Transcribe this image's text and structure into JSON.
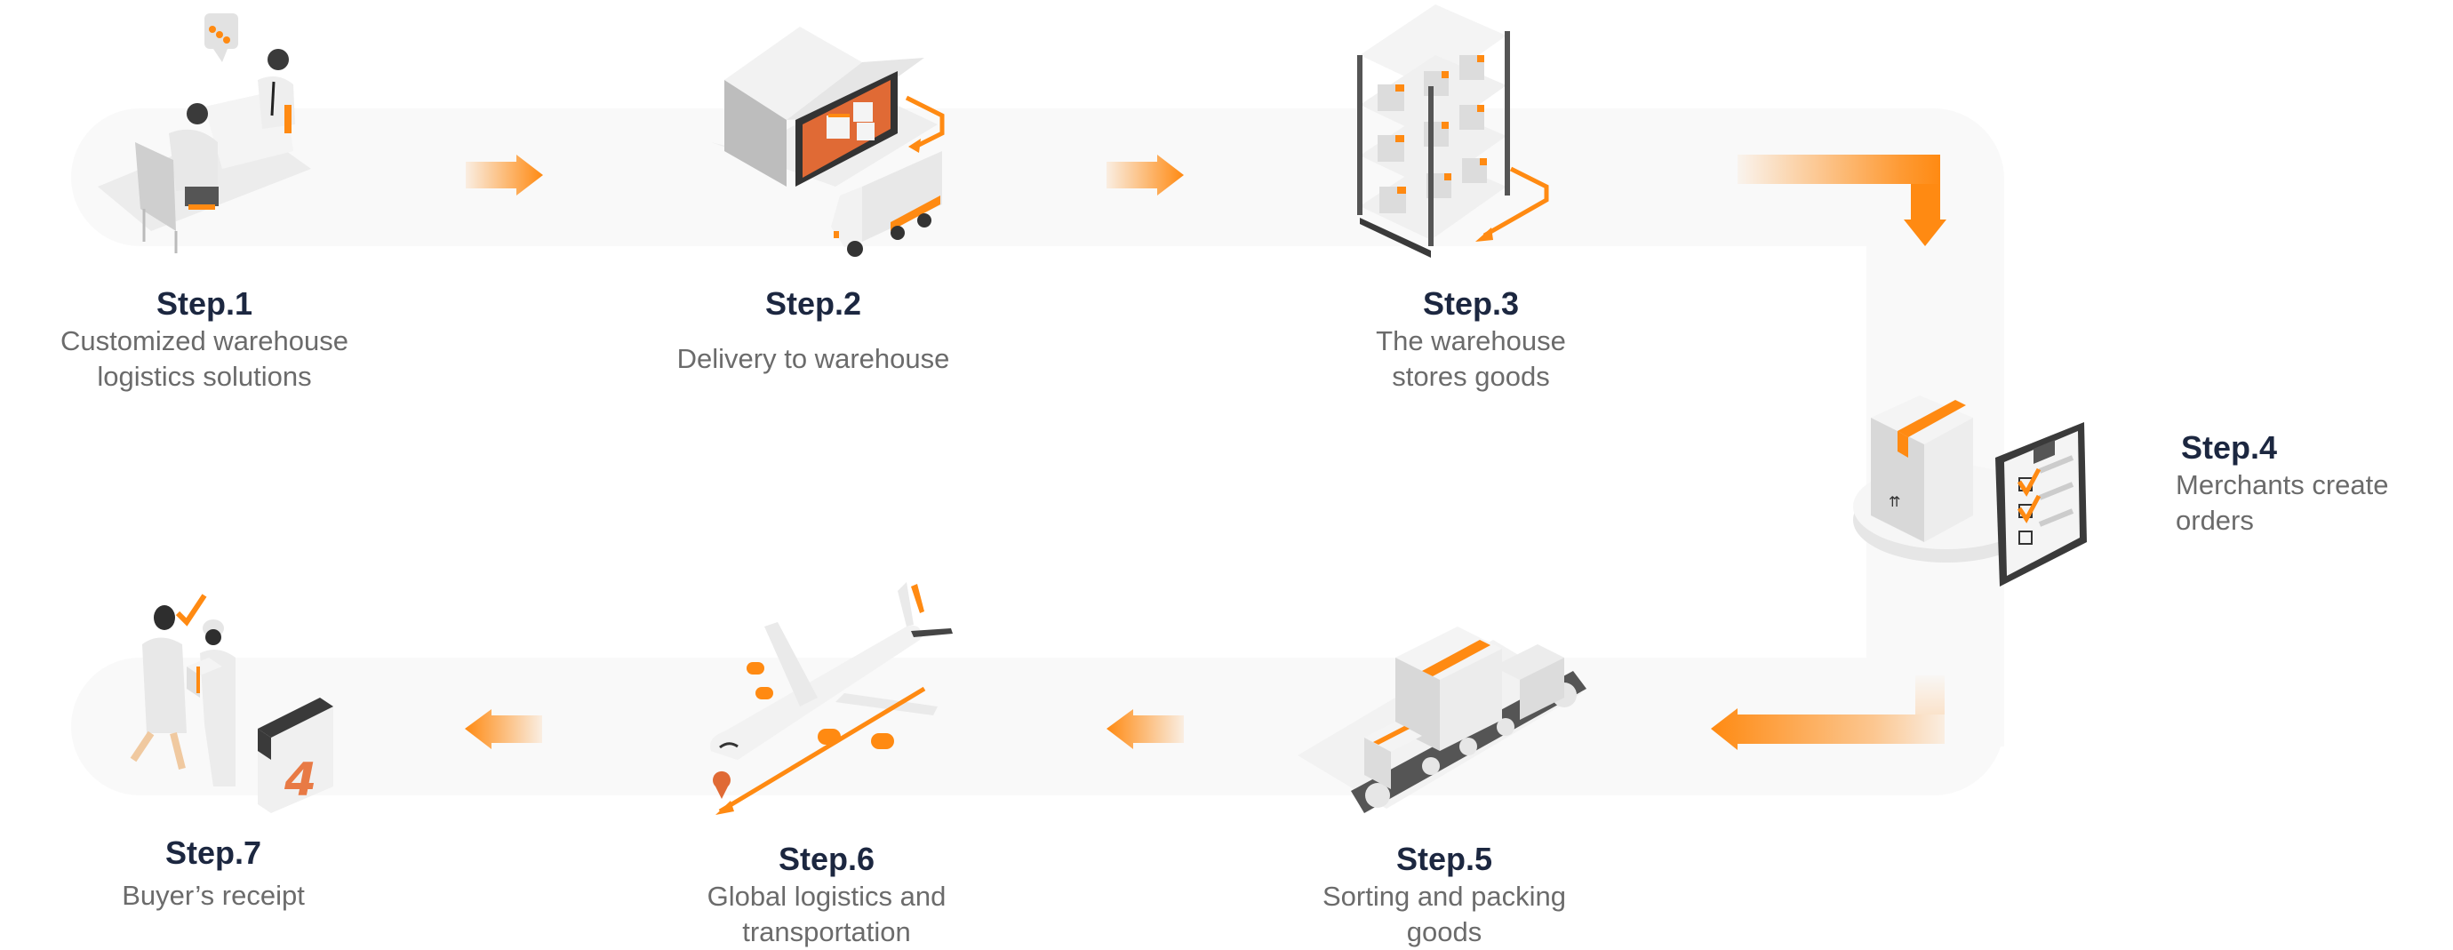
{
  "colors": {
    "accent": "#ff8a12",
    "accent_dark": "#e06a35",
    "title": "#1c2740",
    "desc": "#6b6b6b",
    "band": "#f9f9f9"
  },
  "steps": [
    {
      "title": "Step.1",
      "lines": [
        "Customized warehouse",
        "logistics solutions"
      ],
      "icon": "business-meeting-icon"
    },
    {
      "title": "Step.2",
      "lines": [
        "Delivery to warehouse"
      ],
      "icon": "warehouse-truck-icon"
    },
    {
      "title": "Step.3",
      "lines": [
        "The warehouse",
        "stores goods"
      ],
      "icon": "storage-shelf-icon"
    },
    {
      "title": "Step.4",
      "lines": [
        "Merchants create",
        "orders"
      ],
      "icon": "order-checklist-icon"
    },
    {
      "title": "Step.5",
      "lines": [
        "Sorting and packing",
        "goods"
      ],
      "icon": "conveyor-belt-icon"
    },
    {
      "title": "Step.6",
      "lines": [
        "Global logistics and",
        "transportation"
      ],
      "icon": "airplane-icon"
    },
    {
      "title": "Step.7",
      "lines": [
        "Buyer’s receipt"
      ],
      "icon": "delivery-handover-icon"
    }
  ],
  "calendar_day": "4"
}
